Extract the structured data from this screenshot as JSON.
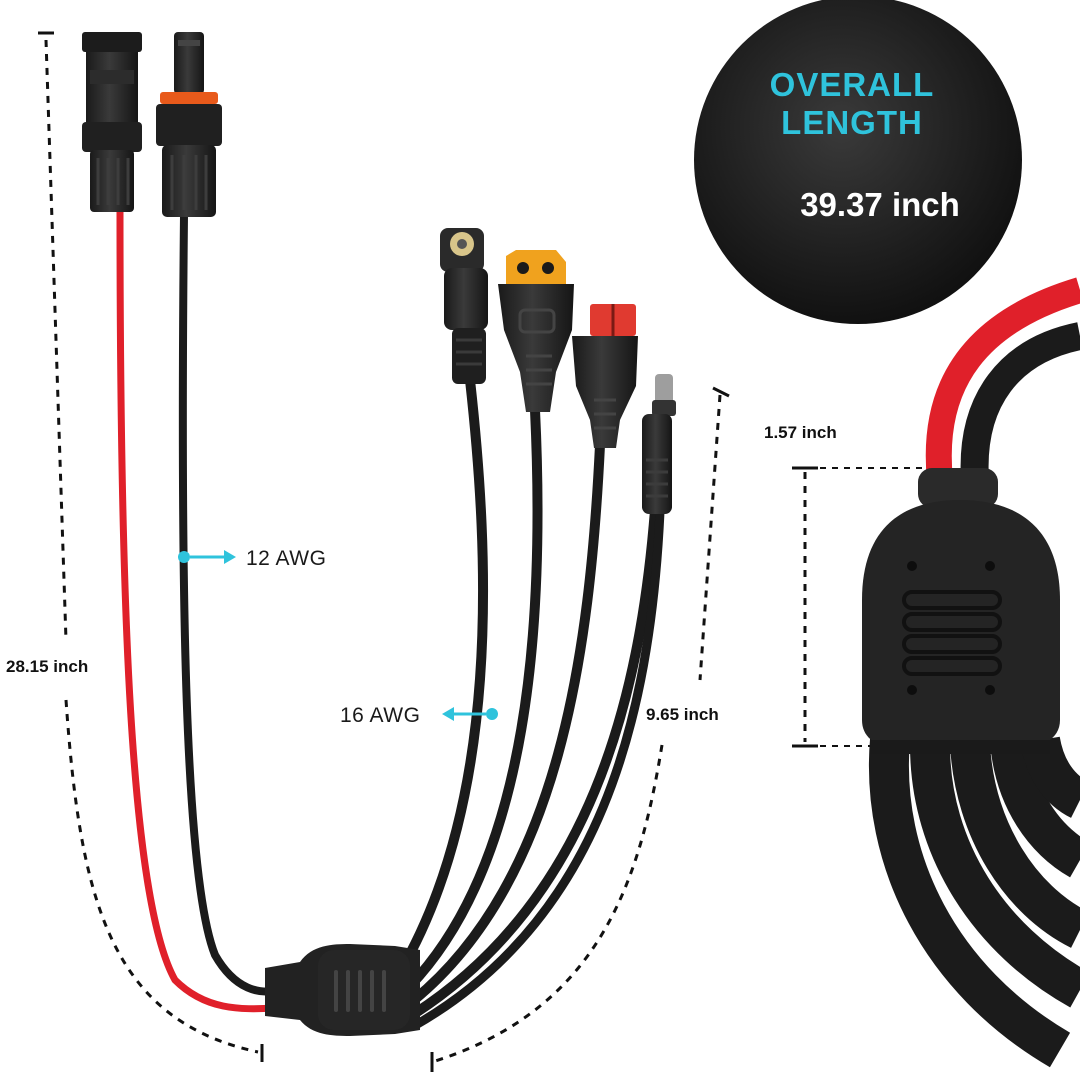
{
  "badge": {
    "title_line1": "OVERALL",
    "title_line2": "LENGTH",
    "value": "39.37 inch"
  },
  "dimensions": {
    "left_length": "28.15 inch",
    "branch_length": "9.65 inch",
    "hub_length": "1.57 inch"
  },
  "gauges": {
    "main_cable": "12 AWG",
    "branch_cable": "16 AWG"
  },
  "colors": {
    "cable_red": "#e0202a",
    "cable_black": "#1b1b1b",
    "accent_cyan": "#2fc3dc",
    "connector_yellow": "#f0a21e",
    "anderson_red": "#e03a30"
  },
  "icons": [
    "solar-male-connector",
    "solar-female-connector",
    "dc7909-plug",
    "xt60-plug",
    "anderson-plug",
    "dc5521-plug",
    "y-splitter-hub"
  ]
}
